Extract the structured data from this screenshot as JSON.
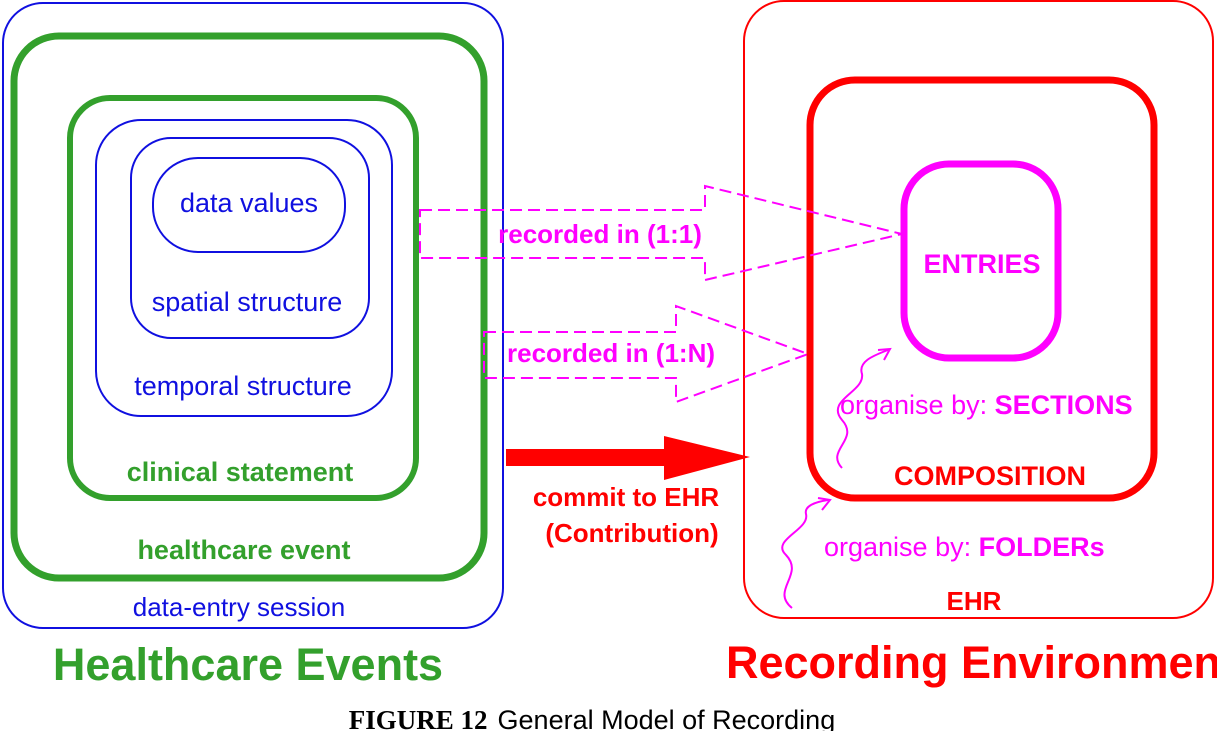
{
  "left_panel": {
    "title": "Healthcare Events",
    "box_data_entry_session": "data-entry session",
    "box_healthcare_event": "healthcare event",
    "box_clinical_statement": "clinical statement",
    "box_temporal_structure": "temporal structure",
    "box_spatial_structure": "spatial structure",
    "box_data_values": "data values"
  },
  "right_panel": {
    "title": "Recording Environment",
    "box_ehr": "EHR",
    "box_composition": "COMPOSITION",
    "box_entries": "ENTRIES",
    "organise_sections_prefix": "organise by: ",
    "organise_sections_keyword": "SECTIONS",
    "organise_folders_prefix": "organise by: ",
    "organise_folders_keyword": "FOLDERs"
  },
  "arrows": {
    "recorded_1_1": "recorded in (1:1)",
    "recorded_1_n": "recorded in (1:N)",
    "commit_line1": "commit to EHR",
    "commit_line2": "(Contribution)"
  },
  "caption": {
    "figure_label": "FIGURE 12",
    "text": "General Model of Recording"
  },
  "colors": {
    "blue": "#1010e0",
    "green": "#33a02c",
    "red": "#ff0000",
    "magenta": "#ff00ff",
    "black": "#000000"
  }
}
